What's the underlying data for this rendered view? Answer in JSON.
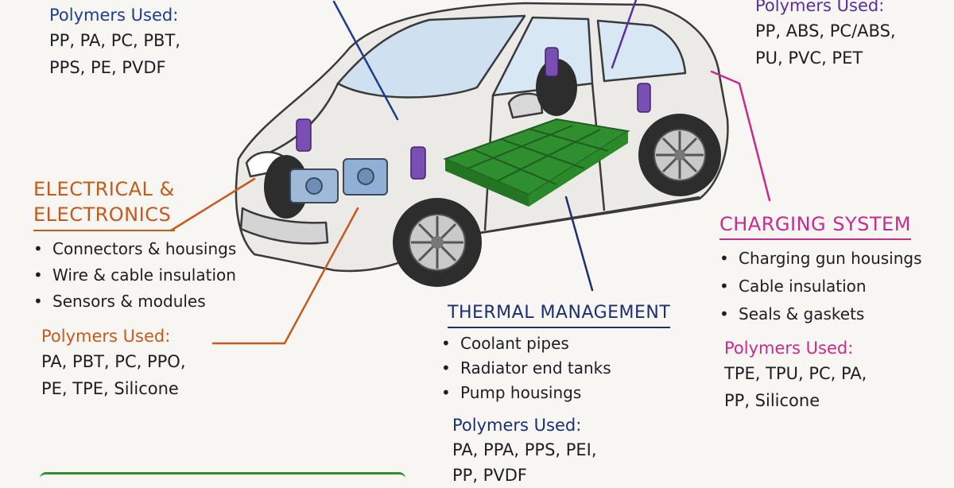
{
  "colors": {
    "blue": "#1f3d8f",
    "purple": "#5b2e9e",
    "orange": "#c45a1c",
    "navy": "#1c2f73",
    "magenta": "#c92a8e",
    "battery_green": "#3ca53c",
    "background": "#f7f6f2"
  },
  "body_structure": {
    "polymers_label": "Polymers Used:",
    "polymers_line1": "PP, PA, PC, PBT,",
    "polymers_line2": "PPS, PE, PVDF"
  },
  "interior": {
    "polymers_label": "Polymers Used:",
    "polymers_line1": "PP, ABS, PC/ABS,",
    "polymers_line2": "PU, PVC, PET"
  },
  "electrical": {
    "title_line1": "ELECTRICAL &",
    "title_line2": "ELECTRONICS",
    "items": [
      "Connectors & housings",
      "Wire & cable insulation",
      "Sensors & modules"
    ],
    "polymers_label": "Polymers Used:",
    "polymers_line1": "PA, PBT, PC, PPO,",
    "polymers_line2": "PE, TPE, Silicone"
  },
  "thermal": {
    "title": "THERMAL MANAGEMENT",
    "items": [
      "Coolant pipes",
      "Radiator end tanks",
      "Pump housings"
    ],
    "polymers_label": "Polymers Used:",
    "polymers_line1": "PA, PPA, PPS, PEI,",
    "polymers_line2": "PP, PVDF"
  },
  "charging": {
    "title": "CHARGING SYSTEM",
    "items": [
      "Charging gun housings",
      "Cable insulation",
      "Seals & gaskets"
    ],
    "polymers_label": "Polymers Used:",
    "polymers_line1": "TPE, TPU, PC, PA,",
    "polymers_line2": "PP, Silicone"
  },
  "illustration": {
    "subject": "electric-car-cutaway",
    "icons": [
      "car-body-icon",
      "battery-pack-icon",
      "motor-unit-icon",
      "suspension-spring-icon",
      "wheel-icon"
    ]
  }
}
